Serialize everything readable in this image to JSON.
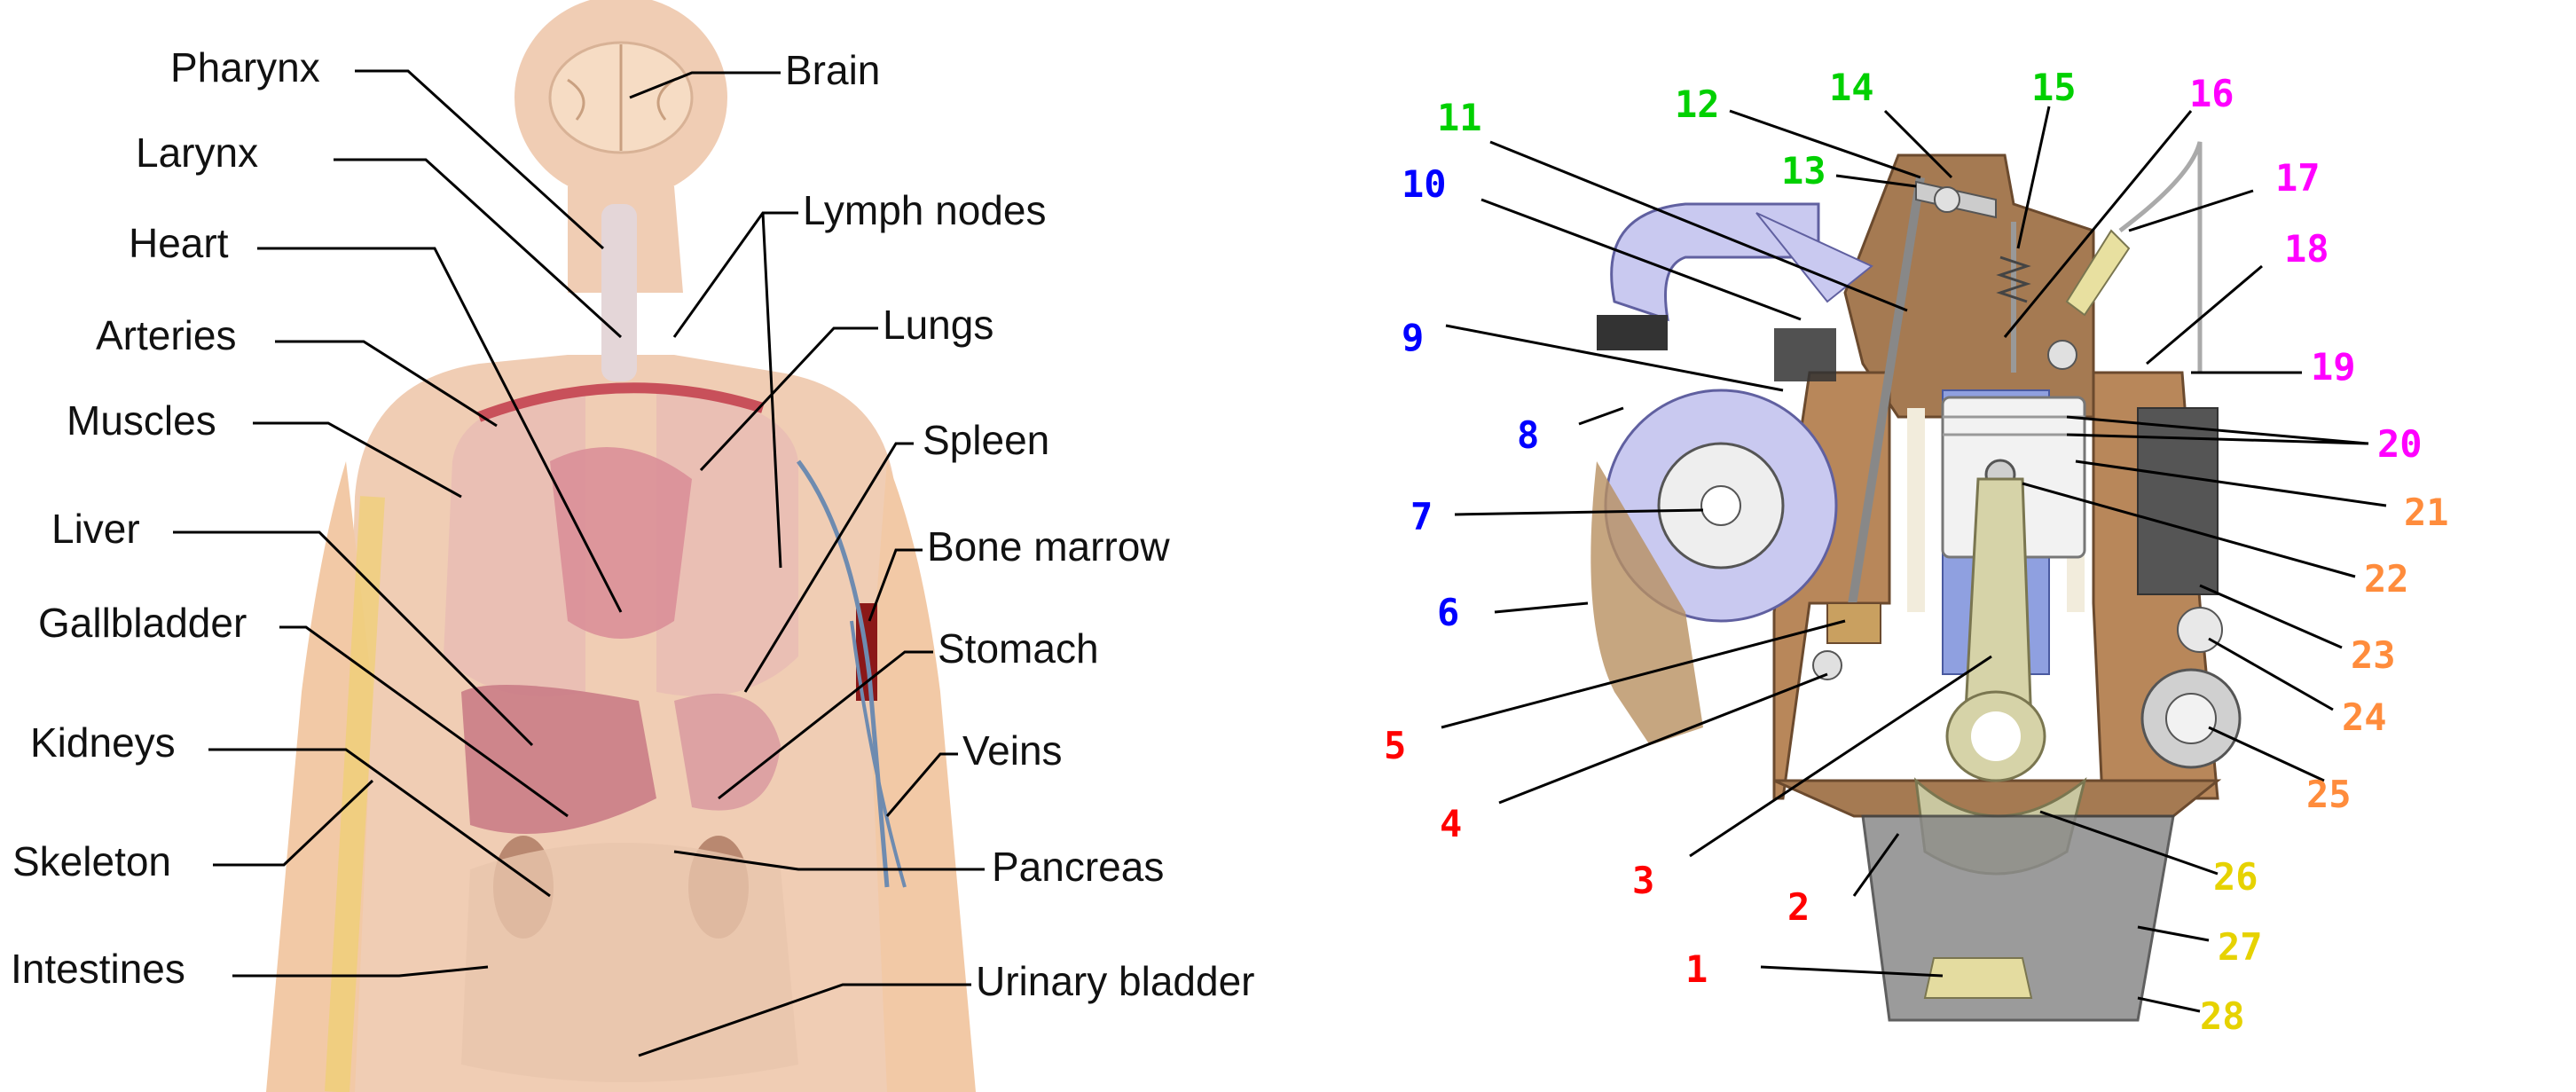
{
  "anatomy": {
    "labels": [
      {
        "id": "pharynx",
        "text": "Pharynx"
      },
      {
        "id": "larynx",
        "text": "Larynx"
      },
      {
        "id": "heart",
        "text": "Heart"
      },
      {
        "id": "arteries",
        "text": "Arteries"
      },
      {
        "id": "muscles",
        "text": "Muscles"
      },
      {
        "id": "liver",
        "text": "Liver"
      },
      {
        "id": "gallbladder",
        "text": "Gallbladder"
      },
      {
        "id": "kidneys",
        "text": "Kidneys"
      },
      {
        "id": "skeleton",
        "text": "Skeleton"
      },
      {
        "id": "intestines",
        "text": "Intestines"
      },
      {
        "id": "brain",
        "text": "Brain"
      },
      {
        "id": "lymph_nodes",
        "text": "Lymph nodes"
      },
      {
        "id": "lungs",
        "text": "Lungs"
      },
      {
        "id": "spleen",
        "text": "Spleen"
      },
      {
        "id": "bone_marrow",
        "text": "Bone marrow"
      },
      {
        "id": "stomach",
        "text": "Stomach"
      },
      {
        "id": "veins",
        "text": "Veins"
      },
      {
        "id": "pancreas",
        "text": "Pancreas"
      },
      {
        "id": "urinary_bladder",
        "text": "Urinary bladder"
      }
    ]
  },
  "engine": {
    "colors": {
      "red": "#ff0000",
      "blue": "#0000ff",
      "green": "#00d000",
      "magenta": "#ff00ff",
      "orange": "#ff8c3c",
      "yellow": "#e6d200"
    },
    "labels": [
      {
        "id": "p1",
        "text": "1",
        "color": "red"
      },
      {
        "id": "p2",
        "text": "2",
        "color": "red"
      },
      {
        "id": "p3",
        "text": "3",
        "color": "red"
      },
      {
        "id": "p4",
        "text": "4",
        "color": "red"
      },
      {
        "id": "p5",
        "text": "5",
        "color": "red"
      },
      {
        "id": "p6",
        "text": "6",
        "color": "blue"
      },
      {
        "id": "p7",
        "text": "7",
        "color": "blue"
      },
      {
        "id": "p8",
        "text": "8",
        "color": "blue"
      },
      {
        "id": "p9",
        "text": "9",
        "color": "blue"
      },
      {
        "id": "p10",
        "text": "10",
        "color": "blue"
      },
      {
        "id": "p11",
        "text": "11",
        "color": "green"
      },
      {
        "id": "p12",
        "text": "12",
        "color": "green"
      },
      {
        "id": "p13",
        "text": "13",
        "color": "green"
      },
      {
        "id": "p14",
        "text": "14",
        "color": "green"
      },
      {
        "id": "p15",
        "text": "15",
        "color": "green"
      },
      {
        "id": "p16",
        "text": "16",
        "color": "magenta"
      },
      {
        "id": "p17",
        "text": "17",
        "color": "magenta"
      },
      {
        "id": "p18",
        "text": "18",
        "color": "magenta"
      },
      {
        "id": "p19",
        "text": "19",
        "color": "magenta"
      },
      {
        "id": "p20",
        "text": "20",
        "color": "magenta"
      },
      {
        "id": "p21",
        "text": "21",
        "color": "orange"
      },
      {
        "id": "p22",
        "text": "22",
        "color": "orange"
      },
      {
        "id": "p23",
        "text": "23",
        "color": "orange"
      },
      {
        "id": "p24",
        "text": "24",
        "color": "orange"
      },
      {
        "id": "p25",
        "text": "25",
        "color": "orange"
      },
      {
        "id": "p26",
        "text": "26",
        "color": "yellow"
      },
      {
        "id": "p27",
        "text": "27",
        "color": "yellow"
      },
      {
        "id": "p28",
        "text": "28",
        "color": "yellow"
      }
    ]
  }
}
